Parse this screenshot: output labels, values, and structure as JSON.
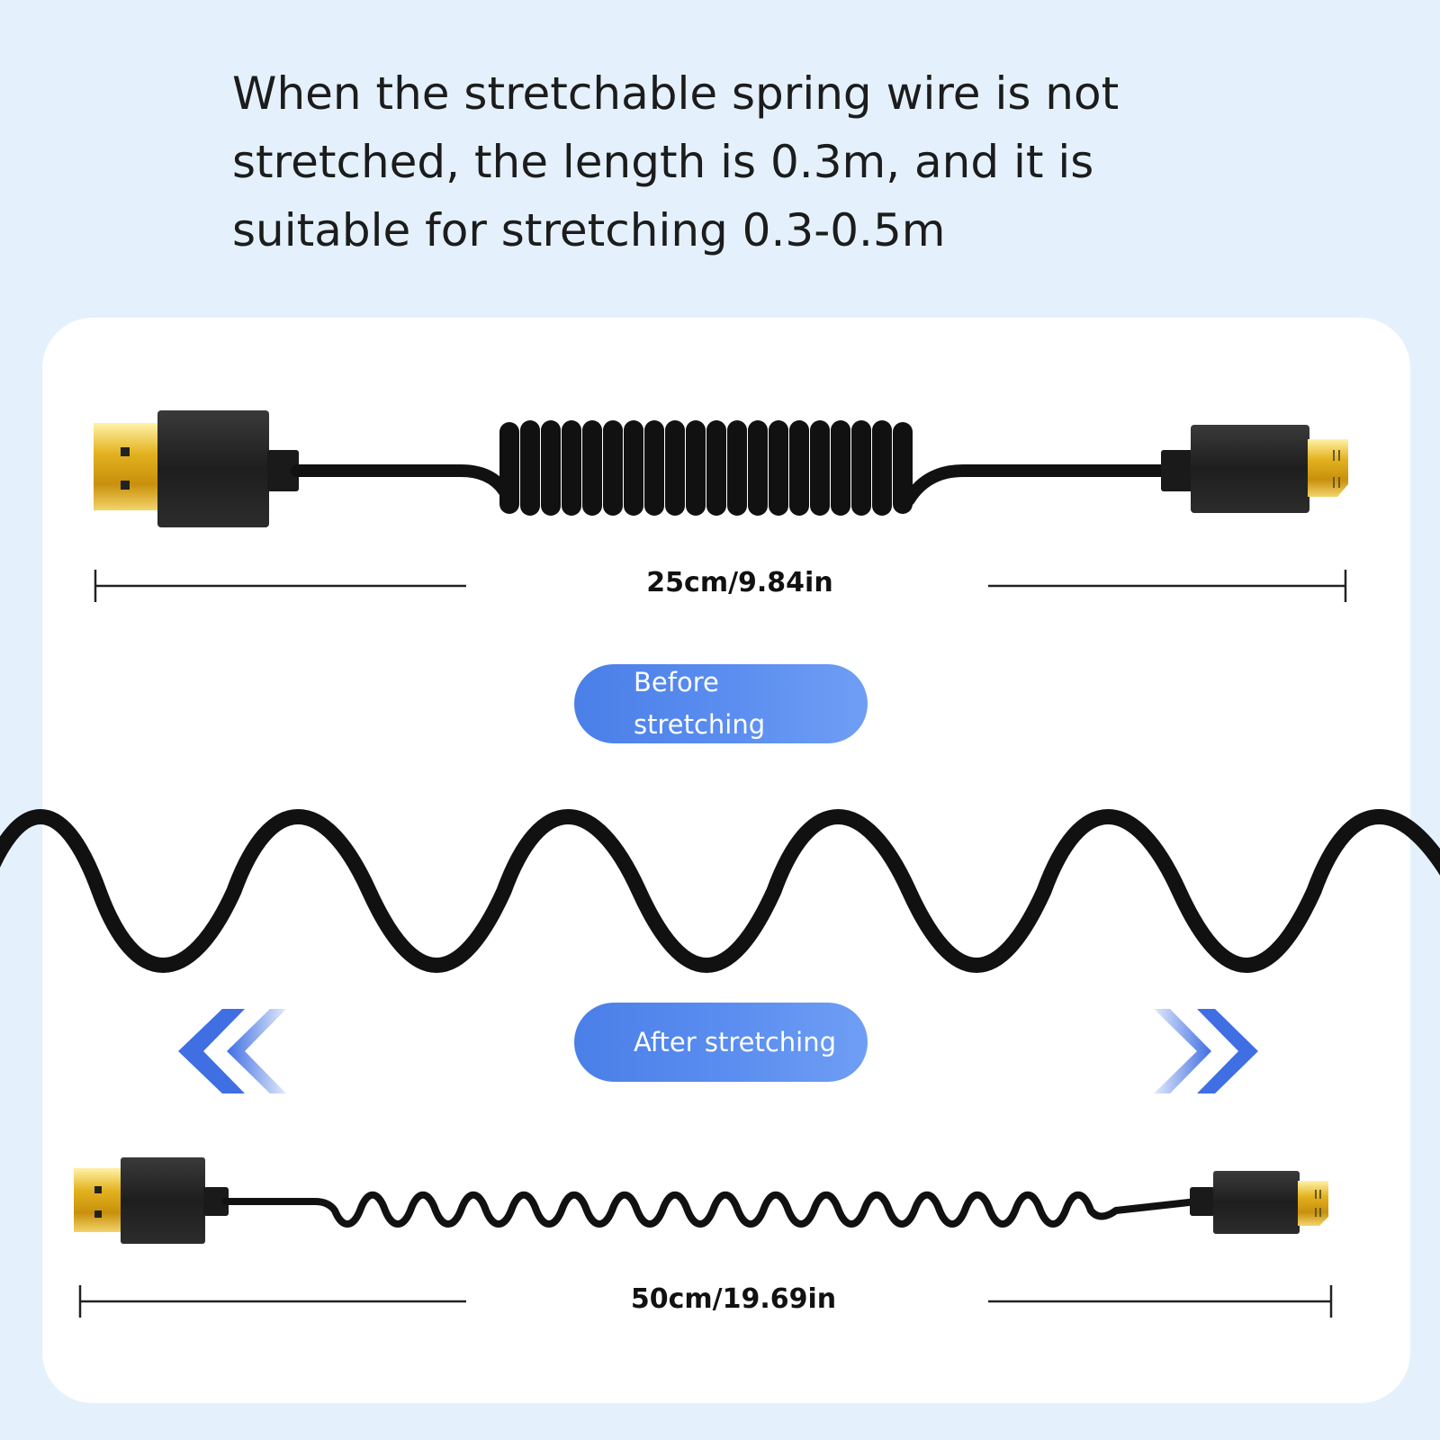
{
  "headline": "When the stretchable spring wire is not stretched, the length is 0.3m, and it is suitable for stretching 0.3-0.5m",
  "before": {
    "length_label": "25cm/9.84in",
    "badge_label": "Before stretching"
  },
  "after": {
    "length_label": "50cm/19.69in",
    "badge_label": "After stretching"
  },
  "colors": {
    "background": "#e4f1fd",
    "card": "#ffffff",
    "accent_blue": "#4d82ea",
    "cable": "#111111",
    "connector_gold": "#e3b21f"
  },
  "icons": {
    "left_arrow": "double-chevron-left-icon",
    "right_arrow": "double-chevron-right-icon"
  }
}
